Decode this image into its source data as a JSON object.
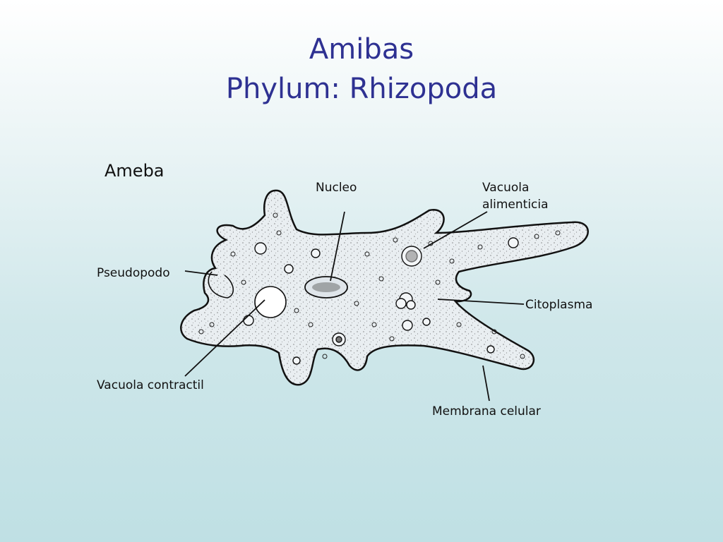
{
  "slide": {
    "title_line1": "Amibas",
    "title_line2": "Phylum: Rhizopoda",
    "subtitle": "Ameba"
  },
  "labels": {
    "nucleo": "Nucleo",
    "vacuola_alimenticia_1": "Vacuola",
    "vacuola_alimenticia_2": "alimenticia",
    "pseudopodo": "Pseudopodo",
    "citoplasma": "Citoplasma",
    "vacuola_contractil": "Vacuola contractil",
    "membrana_celular": "Membrana celular"
  },
  "colors": {
    "title": "#2e3192",
    "cell_fill": "#e9eef1",
    "ink": "#111111"
  }
}
